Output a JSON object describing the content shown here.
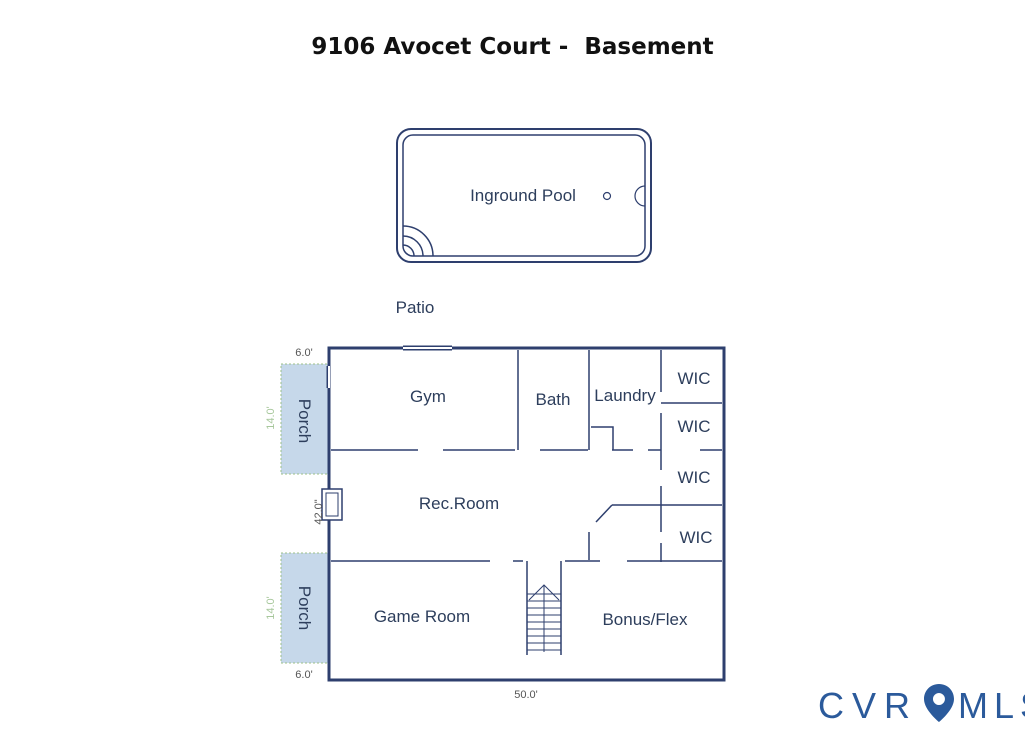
{
  "title": "9106 Avocet Court -  Basement",
  "rooms": {
    "pool": "Inground Pool",
    "patio": "Patio",
    "gym": "Gym",
    "bath": "Bath",
    "laundry": "Laundry",
    "wic": "WIC",
    "rec_room": "Rec.Room",
    "game_room": "Game Room",
    "bonus_flex": "Bonus/Flex",
    "porch": "Porch"
  },
  "dimensions": {
    "porch_width": "6.0'",
    "porch_depth": "14.0'",
    "fireplace": "42.0\"",
    "overall_width": "50.0'"
  },
  "logo": {
    "text_left": "CVR",
    "text_right": "MLS"
  },
  "colors": {
    "wall": "#2e3f6e",
    "label": "#2d3e5c",
    "porch_fill": "#c6d8ea",
    "porch_border": "#9ec08a",
    "logo": "#2b5a9b"
  }
}
